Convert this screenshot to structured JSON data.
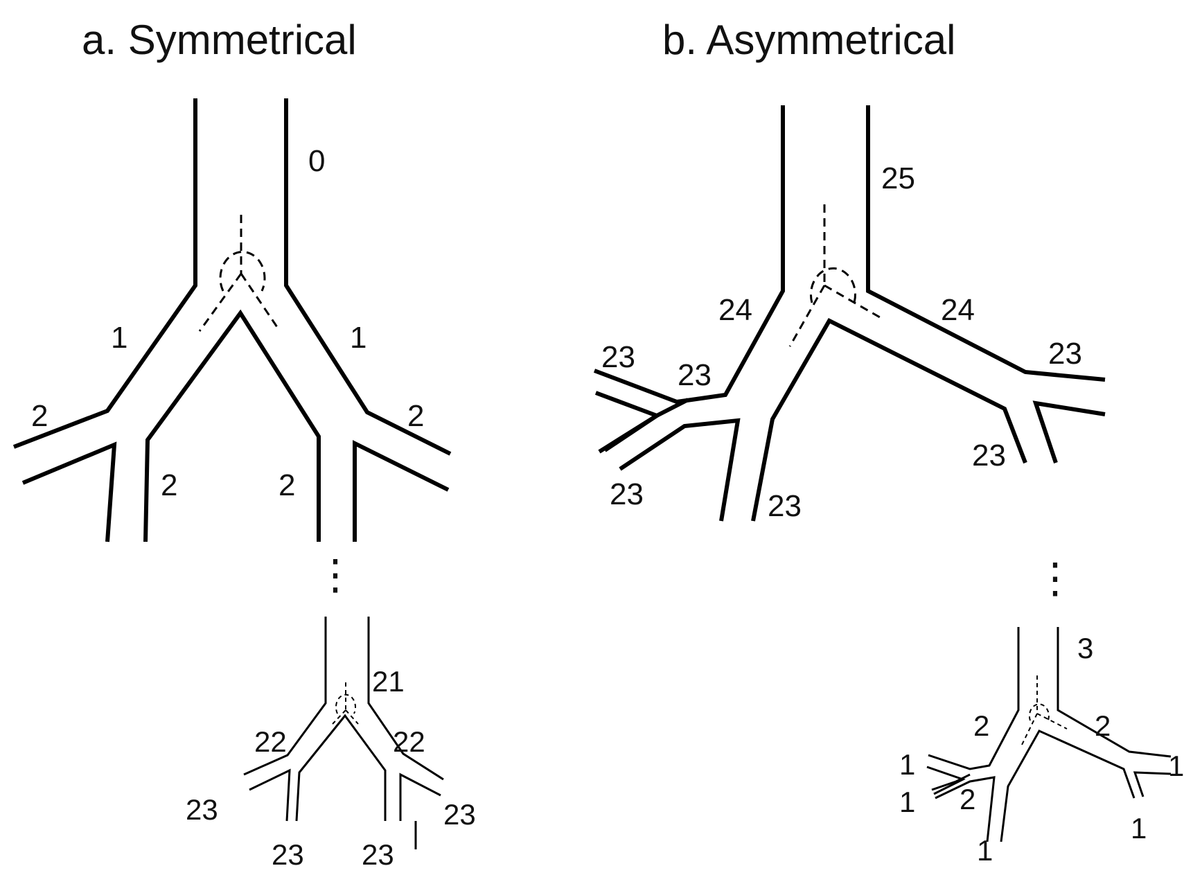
{
  "panel_a": {
    "title": "a. Symmetrical",
    "upper_labels": [
      "0",
      "1",
      "1",
      "2",
      "2",
      "2",
      "2"
    ],
    "lower_labels": [
      "21",
      "22",
      "22",
      "23",
      "23",
      "23",
      "23"
    ]
  },
  "panel_b": {
    "title": "b. Asymmetrical",
    "upper_labels": [
      "25",
      "24",
      "24",
      "23",
      "23",
      "23",
      "23",
      "23",
      "23"
    ],
    "lower_labels": [
      "3",
      "2",
      "2",
      "2",
      "1",
      "1",
      "1",
      "1",
      "1"
    ]
  },
  "ellipsis": "⋮"
}
